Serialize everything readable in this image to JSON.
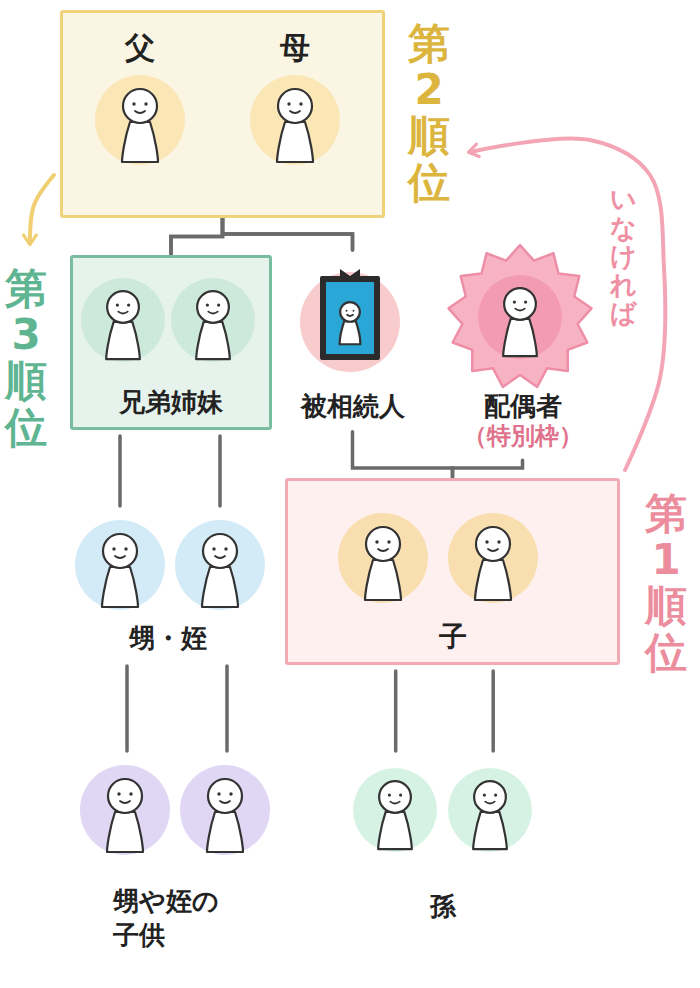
{
  "diagram": {
    "nodes": [
      {
        "text": [
          "第2順位"
        ]
      },
      {
        "text": [
          "父"
        ],
        "in": 0
      },
      {
        "text": [
          "母"
        ],
        "in": 0
      },
      {
        "text": [
          "第3順位",
          "兄弟姉妹"
        ]
      },
      {
        "text": [
          "被相続人"
        ]
      },
      {
        "text": [
          "配偶者",
          "（特別枠）"
        ]
      },
      {
        "text": [
          "第1順位",
          "子"
        ]
      },
      {
        "text": [
          "甥・姪"
        ]
      },
      {
        "text": [
          "甥や姪の子供"
        ]
      },
      {
        "text": [
          "孫"
        ]
      }
    ],
    "edges": [
      {
        "from": 1,
        "to": 3,
        "arrow": "none"
      },
      {
        "from": 1,
        "to": 4,
        "arrow": "none"
      },
      {
        "from": 2,
        "to": 3,
        "arrow": "none"
      },
      {
        "from": 2,
        "to": 4,
        "arrow": "none"
      },
      {
        "from": 4,
        "to": 6,
        "arrow": "none"
      },
      {
        "from": 5,
        "to": 6,
        "arrow": "none"
      },
      {
        "from": 3,
        "to": 7,
        "arrow": "none"
      },
      {
        "from": 7,
        "to": 8,
        "arrow": "none"
      },
      {
        "from": 6,
        "to": 9,
        "arrow": "none"
      },
      {
        "from": 0,
        "to": 3,
        "arrow": "to"
      },
      {
        "from": 6,
        "to": 0,
        "arrow": "to",
        "label": "いなければ"
      }
    ]
  }
}
